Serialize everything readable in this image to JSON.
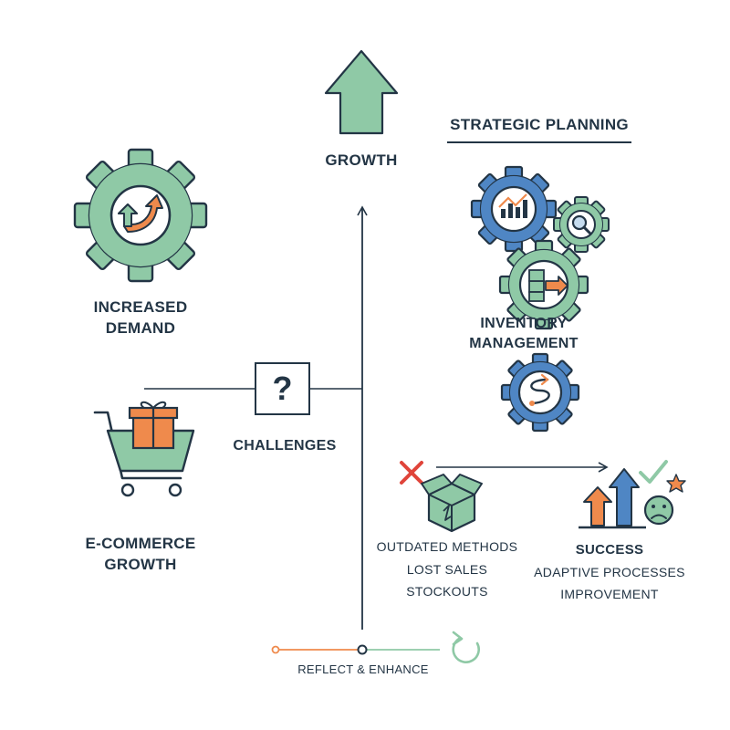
{
  "colors": {
    "ink": "#233545",
    "green": "#8fc9a6",
    "green_light": "#d8efe0",
    "blue": "#4f86c4",
    "blue_light": "#c6dcef",
    "orange": "#ef8a4c",
    "red": "#e0443a",
    "star": "#ef8a4c"
  },
  "labels": {
    "growth": "GROWTH",
    "strategic_planning": "STRATEGIC PLANNING",
    "increased_demand_1": "INCREASED",
    "increased_demand_2": "DEMAND",
    "inventory_management_1": "INVENTORY",
    "inventory_management_2": "MANAGEMENT",
    "challenges": "CHALLENGES",
    "question_mark": "?",
    "ecommerce_growth_1": "E-COMMERCE",
    "ecommerce_growth_2": "GROWTH",
    "problems": [
      "OUTDATED METHODS",
      "LOST SALES",
      "STOCKOUTS"
    ],
    "success": "SUCCESS",
    "outcomes": [
      "ADAPTIVE PROCESSES",
      "IMPROVEMENT"
    ],
    "reflect_enhance": "REFLECT & ENHANCE"
  },
  "icons": [
    "up-arrow-icon",
    "gear-trend-icon",
    "shopping-cart-gift-icon",
    "gear-chart-icon",
    "gear-search-icon",
    "gear-boxes-icon",
    "gear-route-icon",
    "red-x-icon",
    "broken-box-icon",
    "bar-chart-arrows-icon",
    "check-icon",
    "star-icon",
    "sad-face-icon",
    "refresh-cycle-icon"
  ]
}
